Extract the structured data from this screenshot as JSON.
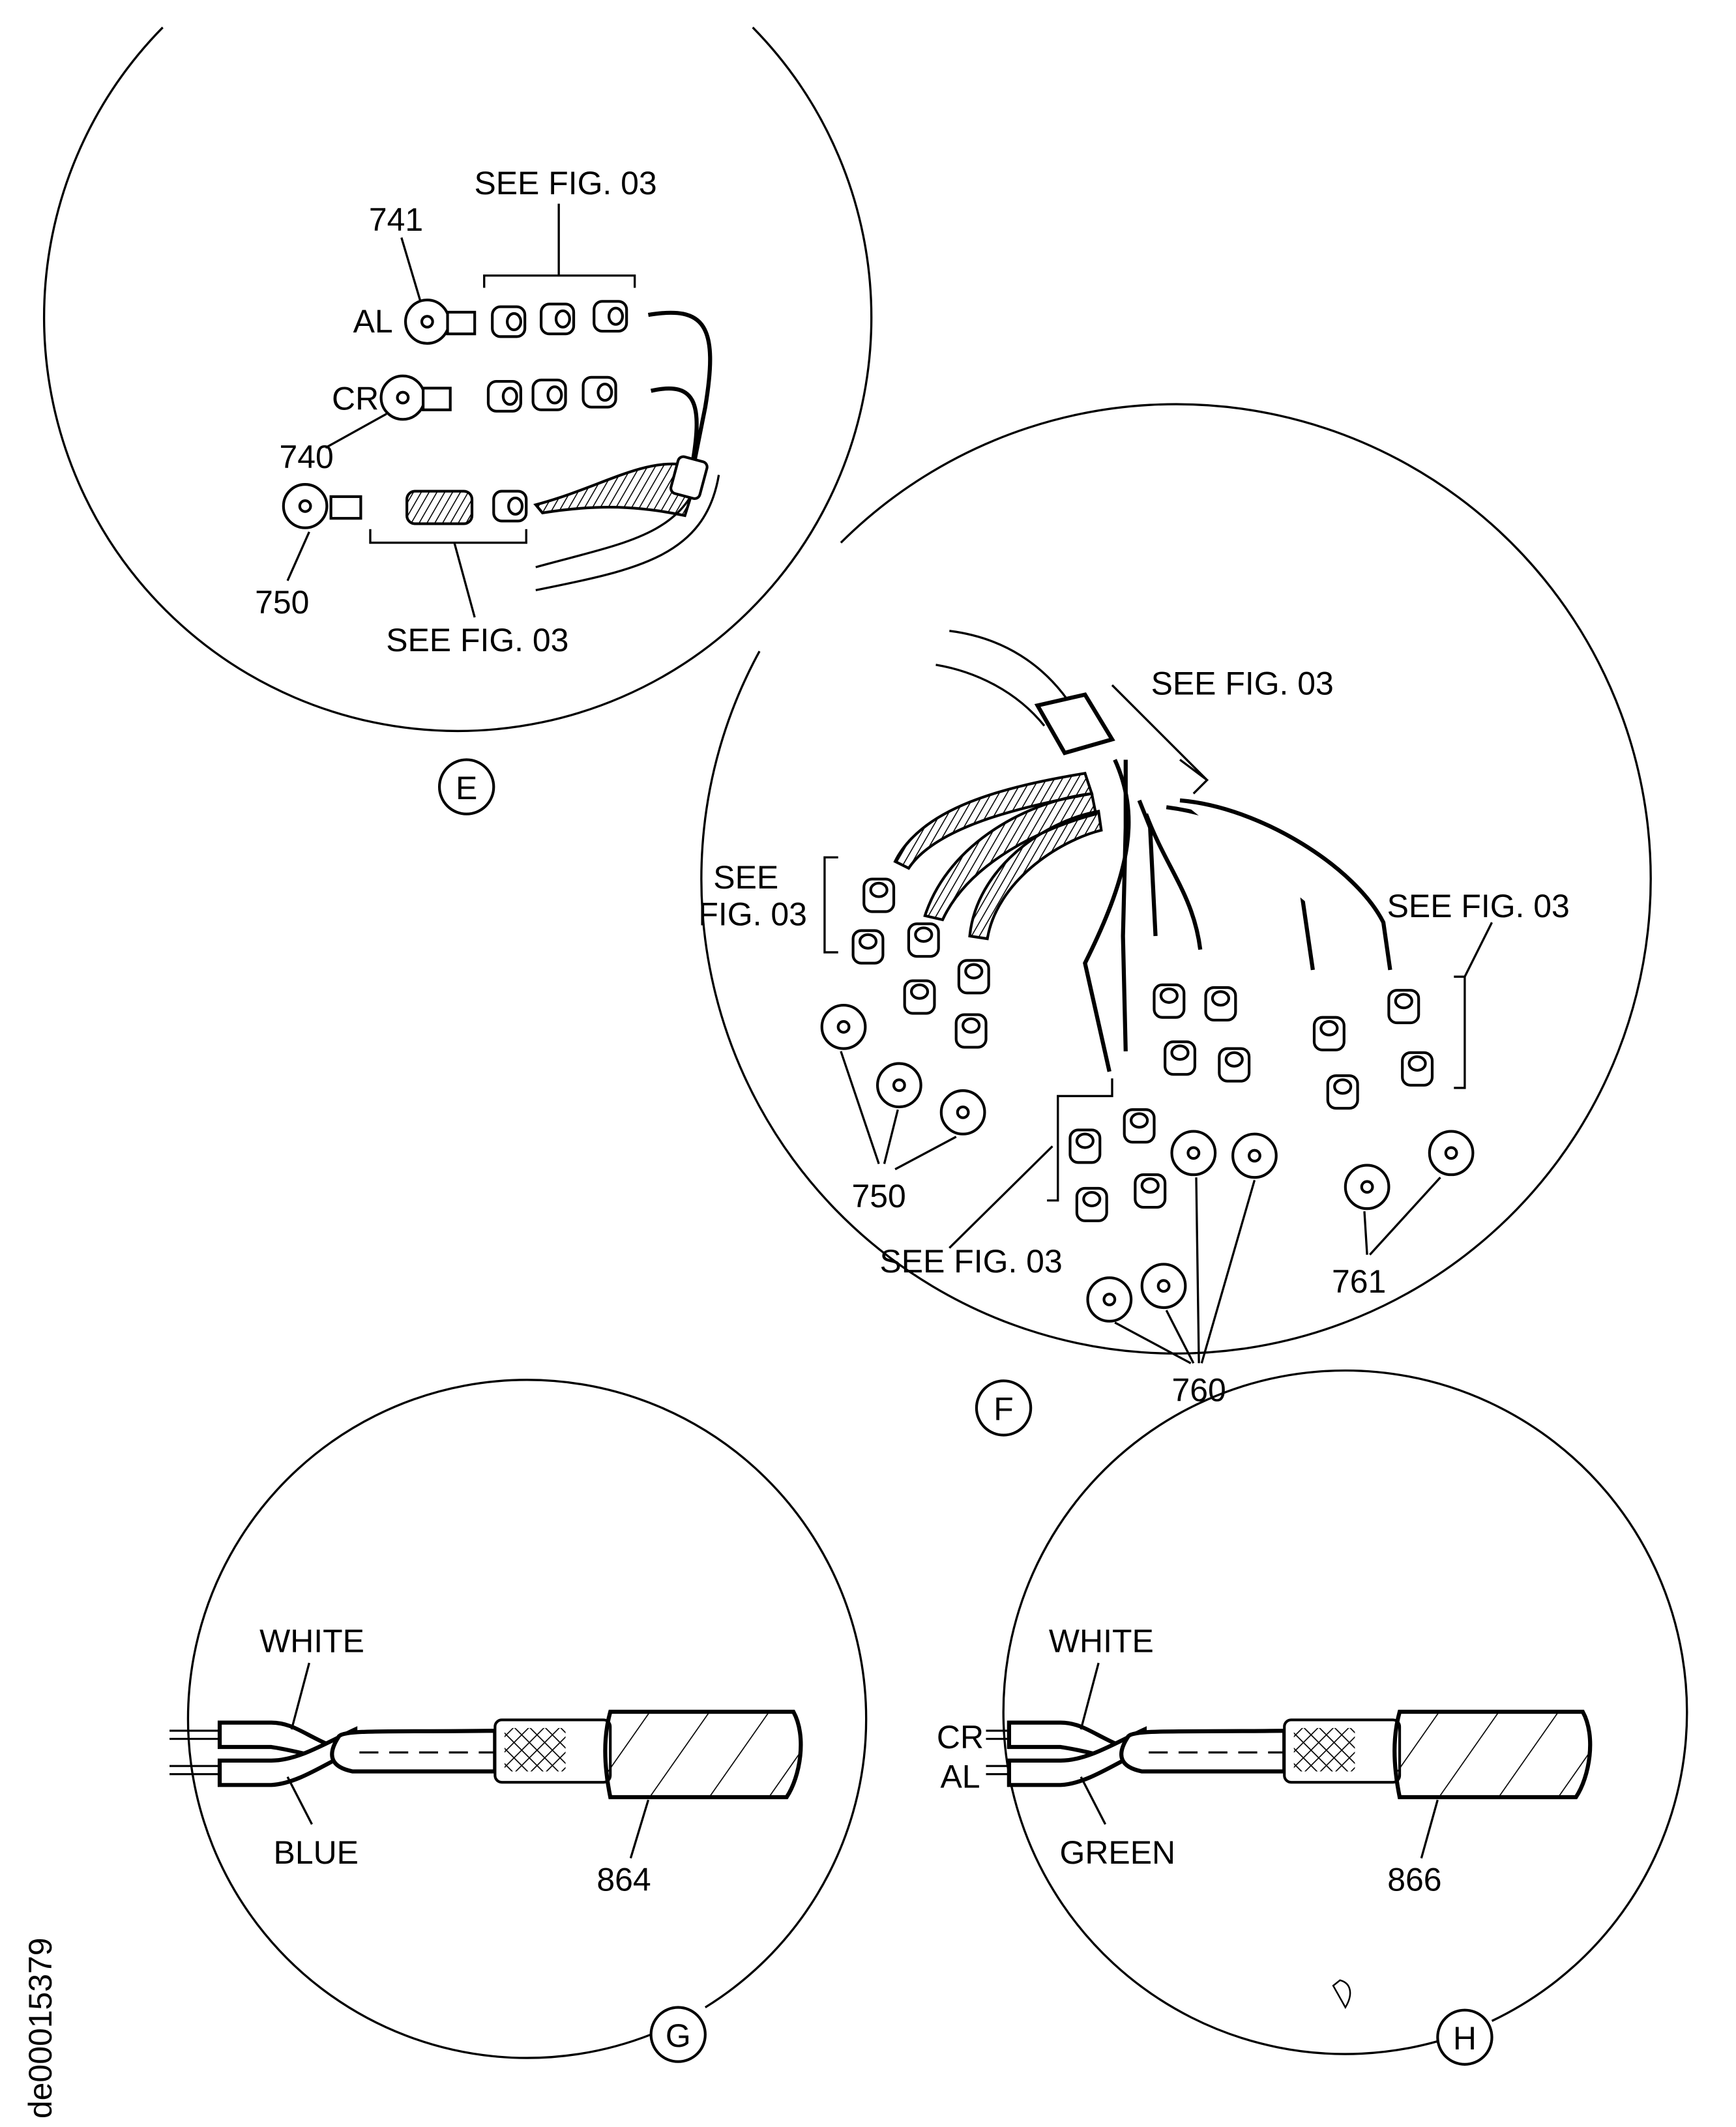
{
  "document_id": "de00015379",
  "details": {
    "E": {
      "marker": "E",
      "see_fig_top": "SEE FIG. 03",
      "see_fig_bottom": "SEE FIG. 03",
      "label_741": "741",
      "label_al": "AL",
      "label_cr": "CR",
      "label_740": "740",
      "label_750": "750"
    },
    "F": {
      "marker": "F",
      "see_fig_top": "SEE FIG. 03",
      "see_left_1": "SEE",
      "see_left_2": "FIG. 03",
      "see_fig_right": "SEE FIG. 03",
      "see_fig_bottom": "SEE FIG. 03",
      "label_750": "750",
      "label_761": "761",
      "label_760": "760"
    },
    "G": {
      "marker": "G",
      "white": "WHITE",
      "blue": "BLUE",
      "label_864": "864"
    },
    "H": {
      "marker": "H",
      "white": "WHITE",
      "green": "GREEN",
      "cr": "CR",
      "al": "AL",
      "label_866": "866"
    }
  }
}
